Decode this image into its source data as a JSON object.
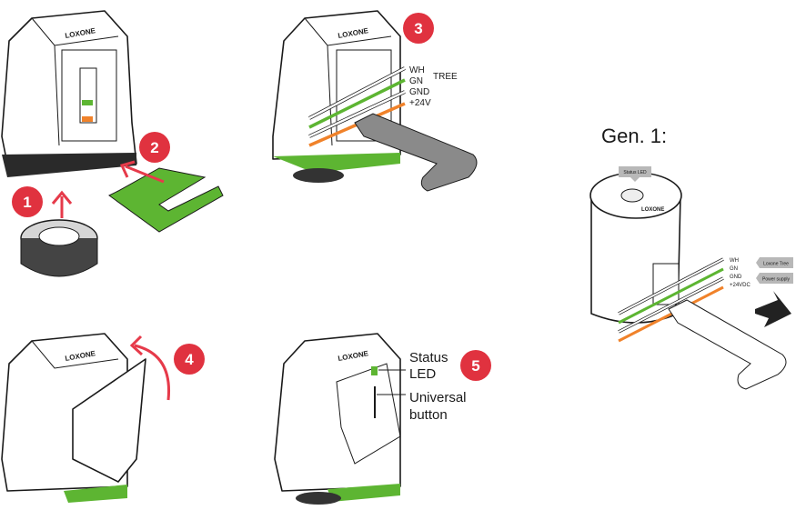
{
  "colors": {
    "step_marker": "#e0323f",
    "arrow": "#e63a4a",
    "green": "#5db532",
    "orange": "#f0822a",
    "tag": "#b8b8b8"
  },
  "brand_logo": "LOXONE",
  "steps": [
    {
      "number": "1"
    },
    {
      "number": "2"
    },
    {
      "number": "3",
      "wires": [
        "WH",
        "GN",
        "GND",
        "+24V"
      ],
      "tree_label": "TREE"
    },
    {
      "number": "4"
    },
    {
      "number": "5",
      "labels": {
        "status_led": [
          "Status",
          "LED"
        ],
        "universal_button": [
          "Universal",
          "button"
        ]
      }
    }
  ],
  "gen1": {
    "title": "Gen. 1:",
    "status_led_tag": "Status LED",
    "wires": [
      "WH",
      "GN",
      "GND",
      "+24VDC"
    ],
    "loxone_tree_tag": "Loxone Tree",
    "power_supply_tag": "Power supply"
  }
}
